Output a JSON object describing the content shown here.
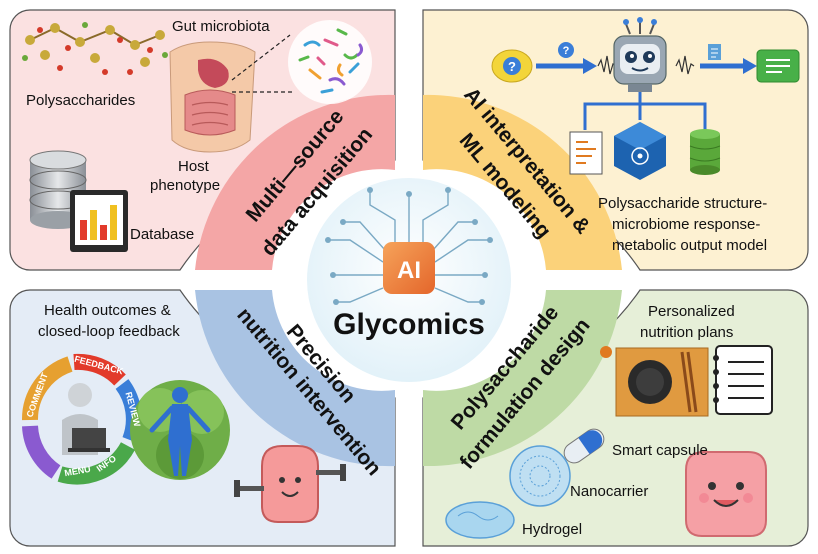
{
  "center": {
    "badge": "AI",
    "title": "Glycomics"
  },
  "quadrants": {
    "top_left": {
      "band_title_line1": "Multi—source",
      "band_title_line2": "data acquisition",
      "labels": {
        "polysaccharides": "Polysaccharides",
        "gut_microbiota": "Gut microbiota",
        "host_line1": "Host",
        "host_line2": "phenotype",
        "database": "Database"
      }
    },
    "top_right": {
      "band_title_line1": "AI interpretation &",
      "band_title_line2": "ML modeling",
      "model_line1": "Polysaccharide structure-",
      "model_line2": "microbiome response-",
      "model_line3": "metabolic output model"
    },
    "bottom_left": {
      "band_title_line1": "Precision",
      "band_title_line2": "nutrition intervention",
      "health_line1": "Health outcomes &",
      "health_line2": "closed-loop feedback",
      "cycle_words": [
        "FEEDBACK",
        "REVIEW",
        "COMMENT",
        "MENU",
        "INFO"
      ]
    },
    "bottom_right": {
      "band_title_line1": "Polysaccharide",
      "band_title_line2": "formulation design",
      "labels": {
        "personalized_line1": "Personalized",
        "personalized_line2": "nutrition plans",
        "smart_capsule": "Smart capsule",
        "nanocarrier": "Nanocarrier",
        "hydrogel": "Hydrogel"
      }
    }
  },
  "colors": {
    "tl_bg": "#fbe1e1",
    "tl_band": "#f4a6a6",
    "tr_bg": "#fdf1d2",
    "tr_band": "#fbd27a",
    "bl_bg": "#e4ecf6",
    "bl_band": "#a9c3e3",
    "br_bg": "#e6efd8",
    "br_band": "#bedaa5",
    "badge": "#f08a3c",
    "center_bg": "#e9f4fa"
  }
}
